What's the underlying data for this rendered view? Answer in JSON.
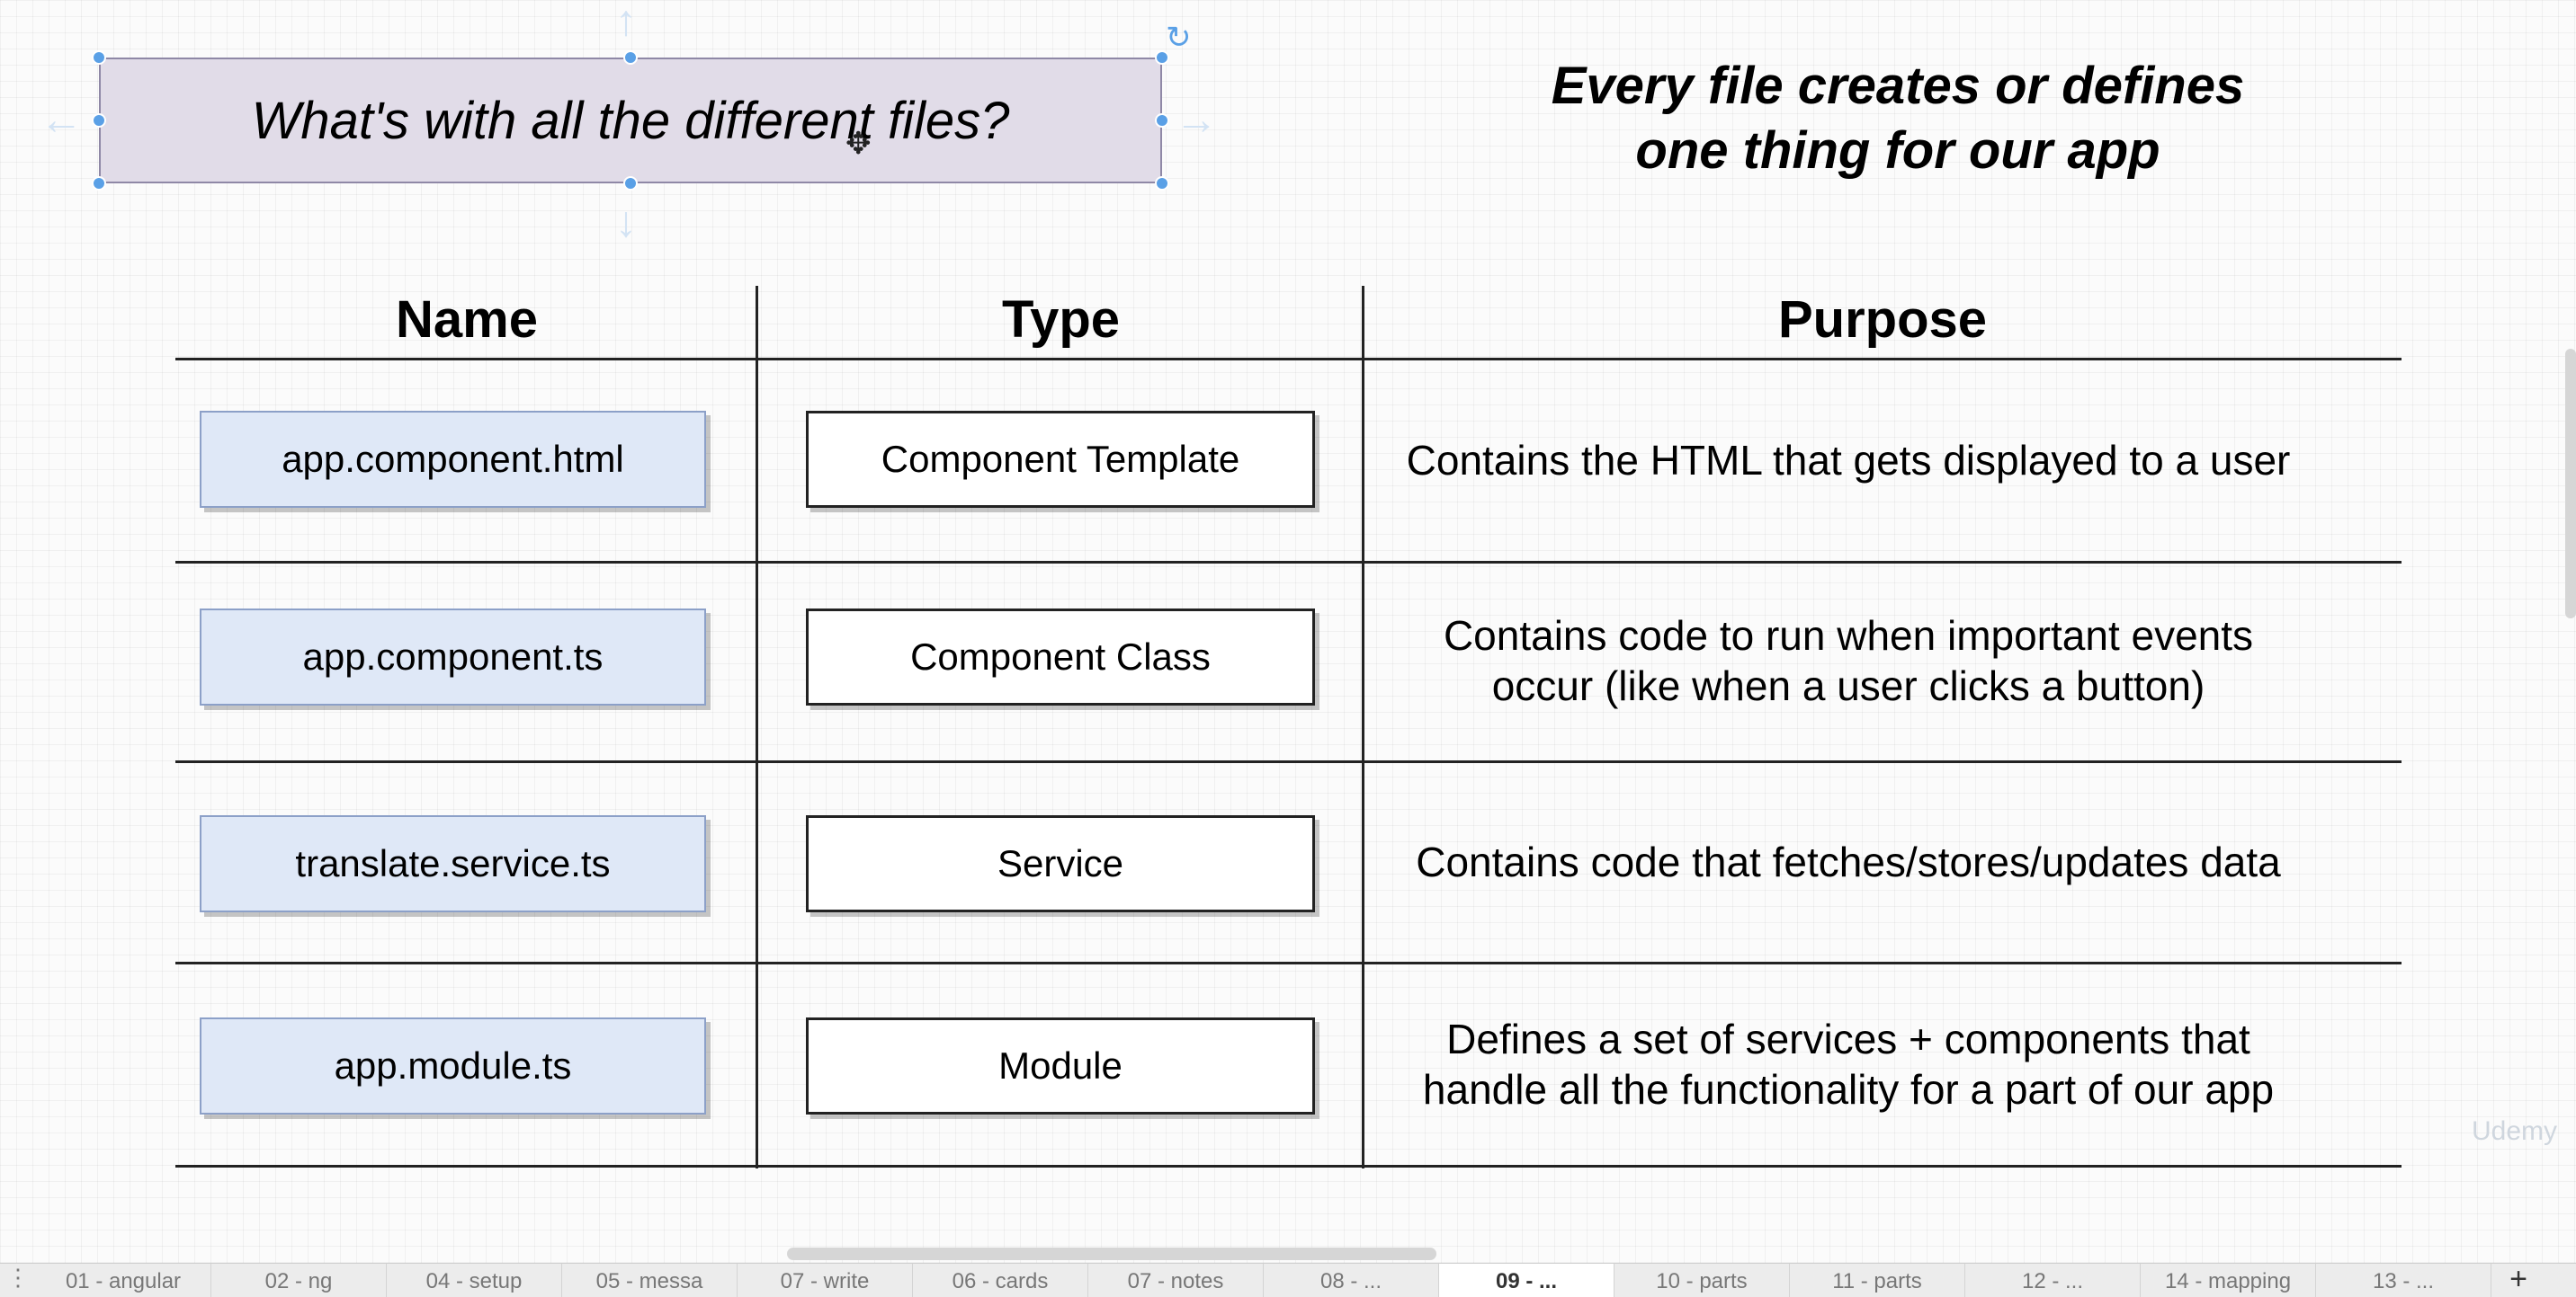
{
  "slide": {
    "title": "What's with all the different files?",
    "subtitle_line1": "Every file creates or defines",
    "subtitle_line2": "one thing for our app"
  },
  "table": {
    "headers": [
      "Name",
      "Type",
      "Purpose"
    ],
    "rows": [
      {
        "name": "app.component.html",
        "type": "Component Template",
        "purpose": "Contains the HTML that gets displayed to a user"
      },
      {
        "name": "app.component.ts",
        "type": "Component Class",
        "purpose": "Contains code to run when important events\noccur (like when a user clicks a button)"
      },
      {
        "name": "translate.service.ts",
        "type": "Service",
        "purpose": "Contains code that fetches/stores/updates data"
      },
      {
        "name": "app.module.ts",
        "type": "Module",
        "purpose": "Defines a set of services + components that\nhandle all the functionality for a part of our app"
      }
    ]
  },
  "tabs": [
    {
      "label": "01 - angular"
    },
    {
      "label": "02 - ng"
    },
    {
      "label": "04 - setup"
    },
    {
      "label": "05 - messa"
    },
    {
      "label": "07 - write"
    },
    {
      "label": "06 - cards"
    },
    {
      "label": "07 - notes"
    },
    {
      "label": "08 - ..."
    },
    {
      "label": "09 - ..."
    },
    {
      "label": "10 - parts"
    },
    {
      "label": "11 - parts"
    },
    {
      "label": "12 - ..."
    },
    {
      "label": "14 - mapping"
    },
    {
      "label": "13 - ..."
    }
  ],
  "active_tab_index": 8,
  "icons": {
    "rotate": "rotate-icon",
    "move_cursor": "move-cursor-icon",
    "tab_menu": "tab-menu-icon",
    "add_tab": "add-tab-icon"
  },
  "watermark": "Udemy",
  "colors": {
    "title_fill": "#e1dce8",
    "name_fill": "#dfe8f7",
    "selection_handle": "#5aa0e6"
  }
}
